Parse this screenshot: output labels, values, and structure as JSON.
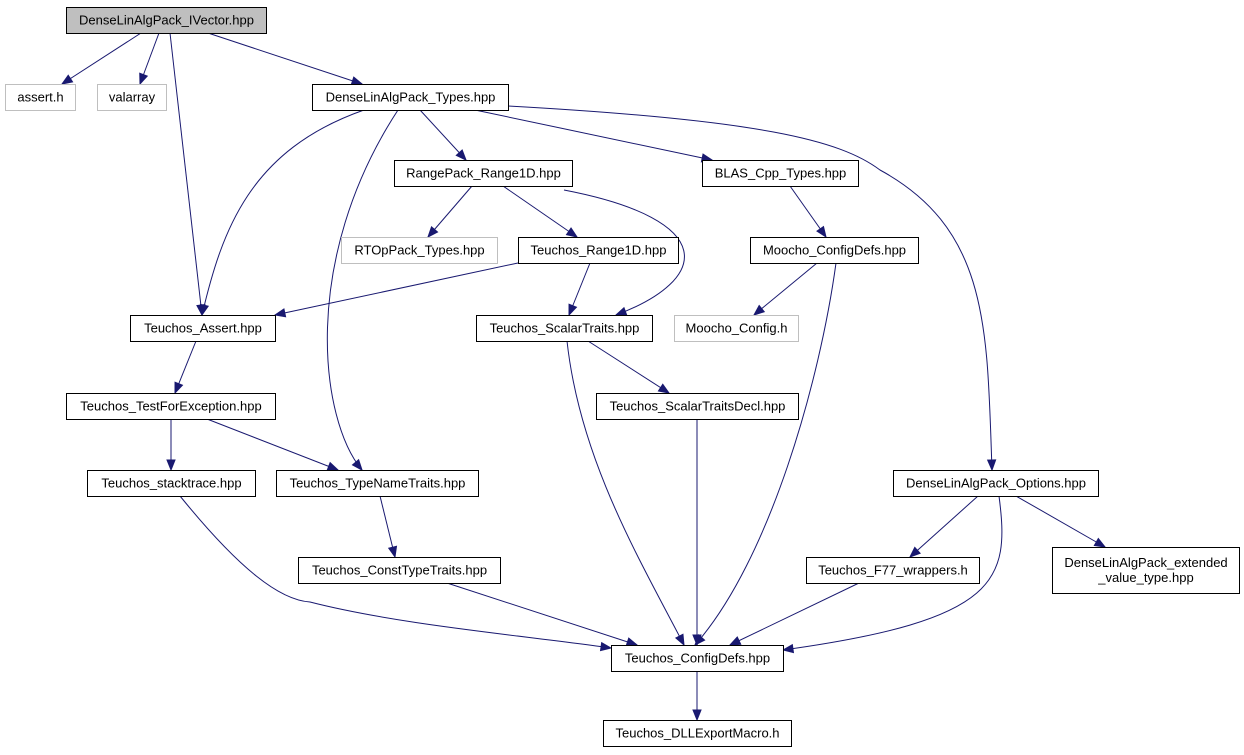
{
  "graph": {
    "nodes": [
      {
        "id": "ivector",
        "label": [
          "DenseLinAlgPack_IVector.hpp"
        ],
        "style": "root"
      },
      {
        "id": "assert_h",
        "label": [
          "assert.h"
        ],
        "style": "external"
      },
      {
        "id": "valarray",
        "label": [
          "valarray"
        ],
        "style": "external"
      },
      {
        "id": "types",
        "label": [
          "DenseLinAlgPack_Types.hpp"
        ],
        "style": "normal"
      },
      {
        "id": "range1d",
        "label": [
          "RangePack_Range1D.hpp"
        ],
        "style": "normal"
      },
      {
        "id": "blas",
        "label": [
          "BLAS_Cpp_Types.hpp"
        ],
        "style": "normal"
      },
      {
        "id": "rtop",
        "label": [
          "RTOpPack_Types.hpp"
        ],
        "style": "external"
      },
      {
        "id": "t_range1d",
        "label": [
          "Teuchos_Range1D.hpp"
        ],
        "style": "normal"
      },
      {
        "id": "moocho_defs",
        "label": [
          "Moocho_ConfigDefs.hpp"
        ],
        "style": "normal"
      },
      {
        "id": "t_assert",
        "label": [
          "Teuchos_Assert.hpp"
        ],
        "style": "normal"
      },
      {
        "id": "t_scalar",
        "label": [
          "Teuchos_ScalarTraits.hpp"
        ],
        "style": "normal"
      },
      {
        "id": "moocho_cfg",
        "label": [
          "Moocho_Config.h"
        ],
        "style": "external"
      },
      {
        "id": "t_testexc",
        "label": [
          "Teuchos_TestForException.hpp"
        ],
        "style": "normal"
      },
      {
        "id": "t_scalardecl",
        "label": [
          "Teuchos_ScalarTraitsDecl.hpp"
        ],
        "style": "normal"
      },
      {
        "id": "t_stack",
        "label": [
          "Teuchos_stacktrace.hpp"
        ],
        "style": "normal"
      },
      {
        "id": "t_typename",
        "label": [
          "Teuchos_TypeNameTraits.hpp"
        ],
        "style": "normal"
      },
      {
        "id": "options",
        "label": [
          "DenseLinAlgPack_Options.hpp"
        ],
        "style": "normal"
      },
      {
        "id": "t_consttype",
        "label": [
          "Teuchos_ConstTypeTraits.hpp"
        ],
        "style": "normal"
      },
      {
        "id": "t_f77",
        "label": [
          "Teuchos_F77_wrappers.h"
        ],
        "style": "normal"
      },
      {
        "id": "extended",
        "label": [
          "DenseLinAlgPack_extended",
          "_value_type.hpp"
        ],
        "style": "normal"
      },
      {
        "id": "t_configdefs",
        "label": [
          "Teuchos_ConfigDefs.hpp"
        ],
        "style": "normal"
      },
      {
        "id": "t_dllexport",
        "label": [
          "Teuchos_DLLExportMacro.h"
        ],
        "style": "normal"
      }
    ],
    "edges": [
      {
        "from": "ivector",
        "to": "assert_h"
      },
      {
        "from": "ivector",
        "to": "valarray"
      },
      {
        "from": "ivector",
        "to": "t_assert"
      },
      {
        "from": "ivector",
        "to": "types"
      },
      {
        "from": "types",
        "to": "t_assert"
      },
      {
        "from": "types",
        "to": "t_typename"
      },
      {
        "from": "types",
        "to": "range1d"
      },
      {
        "from": "types",
        "to": "blas"
      },
      {
        "from": "types",
        "to": "options"
      },
      {
        "from": "range1d",
        "to": "rtop"
      },
      {
        "from": "range1d",
        "to": "t_range1d"
      },
      {
        "from": "range1d",
        "to": "t_scalar"
      },
      {
        "from": "blas",
        "to": "moocho_defs"
      },
      {
        "from": "t_range1d",
        "to": "t_assert"
      },
      {
        "from": "t_range1d",
        "to": "t_scalar"
      },
      {
        "from": "moocho_defs",
        "to": "moocho_cfg"
      },
      {
        "from": "moocho_defs",
        "to": "t_configdefs"
      },
      {
        "from": "t_assert",
        "to": "t_testexc"
      },
      {
        "from": "t_testexc",
        "to": "t_stack"
      },
      {
        "from": "t_testexc",
        "to": "t_typename"
      },
      {
        "from": "t_scalar",
        "to": "t_scalardecl"
      },
      {
        "from": "t_scalar",
        "to": "t_configdefs"
      },
      {
        "from": "t_scalardecl",
        "to": "t_configdefs"
      },
      {
        "from": "t_stack",
        "to": "t_configdefs"
      },
      {
        "from": "t_typename",
        "to": "t_consttype"
      },
      {
        "from": "t_consttype",
        "to": "t_configdefs"
      },
      {
        "from": "options",
        "to": "t_f77"
      },
      {
        "from": "options",
        "to": "extended"
      },
      {
        "from": "options",
        "to": "t_configdefs"
      },
      {
        "from": "t_f77",
        "to": "t_configdefs"
      },
      {
        "from": "t_configdefs",
        "to": "t_dllexport"
      }
    ]
  }
}
